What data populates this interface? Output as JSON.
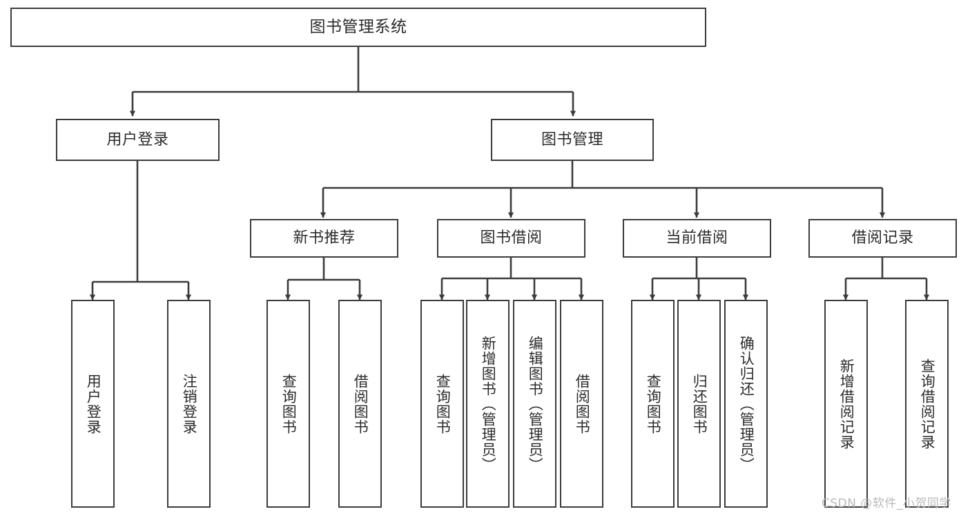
{
  "diagram": {
    "type": "tree-hierarchy-chart",
    "title": "图书管理系统",
    "stroke_color": "#3b3b3b",
    "background_color": "#ffffff",
    "text_color": "#2b2b2b",
    "root": {
      "label": "图书管理系统",
      "level": 1
    },
    "level2": [
      {
        "label": "用户登录"
      },
      {
        "label": "图书管理"
      }
    ],
    "level3": [
      {
        "label": "新书推荐"
      },
      {
        "label": "图书借阅"
      },
      {
        "label": "当前借阅"
      },
      {
        "label": "借阅记录"
      }
    ],
    "leaves": {
      "user_login": [
        {
          "label": "用户登录"
        },
        {
          "label": "注销登录"
        }
      ],
      "new_book_recommend": [
        {
          "label": "查询图书"
        },
        {
          "label": "借阅图书"
        }
      ],
      "book_borrow": [
        {
          "label": "查询图书"
        },
        {
          "label": "新增图书（管理员）"
        },
        {
          "label": "编辑图书（管理员）"
        },
        {
          "label": "借阅图书"
        }
      ],
      "current_borrow": [
        {
          "label": "查询图书"
        },
        {
          "label": "归还图书"
        },
        {
          "label": "确认归还（管理员）"
        }
      ],
      "borrow_record": [
        {
          "label": "新增借阅记录"
        },
        {
          "label": "查询借阅记录"
        }
      ]
    },
    "watermark": "CSDN @软件_小贺同学"
  }
}
